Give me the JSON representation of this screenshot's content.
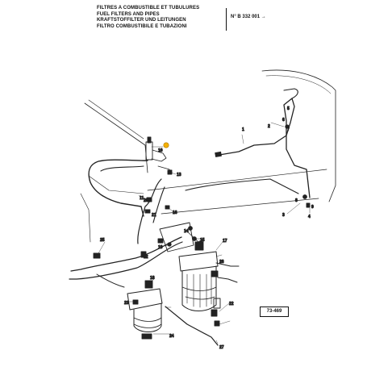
{
  "header": {
    "titles": [
      "FILTRES A COMBUSTIBLE ET TUBULURES",
      "FUEL FILTERS AND PIPES",
      "KRAFTSTOFFILTER UND LEITUNGEN",
      "FILTRO COMBUSTIBILE E TUBAZIONI"
    ],
    "serial_ref": "N° B 332 001 →"
  },
  "figure_number": "73-469",
  "callouts": [
    {
      "id": "c1",
      "text": "1"
    },
    {
      "id": "c2",
      "text": "2"
    },
    {
      "id": "c3",
      "text": "3"
    },
    {
      "id": "c4",
      "text": "4"
    },
    {
      "id": "c5",
      "text": "5"
    },
    {
      "id": "c6",
      "text": "6"
    },
    {
      "id": "c7",
      "text": "7"
    },
    {
      "id": "c8",
      "text": "8"
    },
    {
      "id": "c9",
      "text": "9"
    },
    {
      "id": "c10",
      "text": "10"
    },
    {
      "id": "c11",
      "text": "11"
    },
    {
      "id": "c12",
      "text": "12"
    },
    {
      "id": "c13",
      "text": "13"
    },
    {
      "id": "c14",
      "text": "14"
    },
    {
      "id": "c15",
      "text": "15"
    },
    {
      "id": "c16",
      "text": "16"
    },
    {
      "id": "c17",
      "text": "17"
    },
    {
      "id": "c18",
      "text": "18"
    },
    {
      "id": "c19",
      "text": "19"
    },
    {
      "id": "c20",
      "text": "20"
    },
    {
      "id": "c21",
      "text": "21"
    },
    {
      "id": "c22",
      "text": "22"
    },
    {
      "id": "c23",
      "text": "23"
    },
    {
      "id": "c24",
      "text": "24"
    },
    {
      "id": "c25",
      "text": "25"
    },
    {
      "id": "c26",
      "text": "26"
    },
    {
      "id": "c27",
      "text": "27"
    }
  ]
}
